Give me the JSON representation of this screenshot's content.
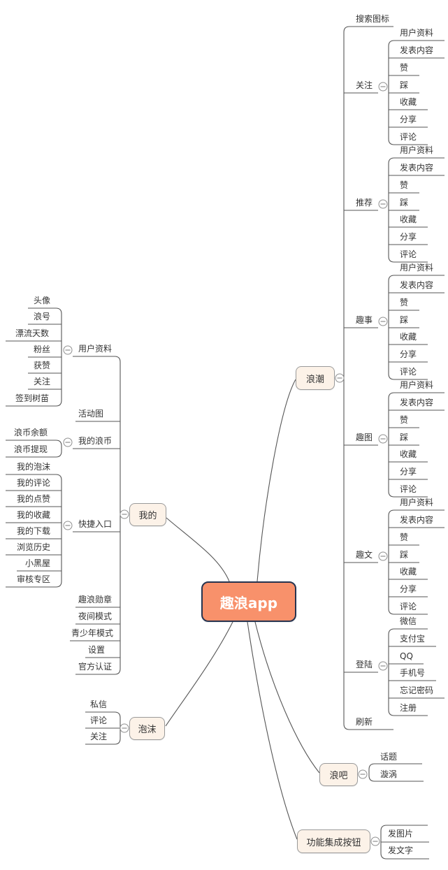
{
  "colors": {
    "center_fill": "#F8916B",
    "center_border": "#263450",
    "branch_fill": "#FCF2E8",
    "branch_border": "#9A9A9A",
    "line": "#565656",
    "text": "#333333"
  },
  "root": {
    "label": "趣浪app"
  },
  "branches": [
    {
      "label": "浪潮",
      "topics": [
        {
          "label": "搜索图标"
        },
        {
          "label": "关注",
          "children": [
            {
              "label": "用户资料"
            },
            {
              "label": "发表内容"
            },
            {
              "label": "赞"
            },
            {
              "label": "踩"
            },
            {
              "label": "收藏"
            },
            {
              "label": "分享"
            },
            {
              "label": "评论"
            }
          ]
        },
        {
          "label": "推荐",
          "children": [
            {
              "label": "用户资料"
            },
            {
              "label": "发表内容"
            },
            {
              "label": "赞"
            },
            {
              "label": "踩"
            },
            {
              "label": "收藏"
            },
            {
              "label": "分享"
            },
            {
              "label": "评论"
            }
          ]
        },
        {
          "label": "趣事",
          "children": [
            {
              "label": "用户资料"
            },
            {
              "label": "发表内容"
            },
            {
              "label": "赞"
            },
            {
              "label": "踩"
            },
            {
              "label": "收藏"
            },
            {
              "label": "分享"
            },
            {
              "label": "评论"
            }
          ]
        },
        {
          "label": "趣图",
          "children": [
            {
              "label": "用户资料"
            },
            {
              "label": "发表内容"
            },
            {
              "label": "赞"
            },
            {
              "label": "踩"
            },
            {
              "label": "收藏"
            },
            {
              "label": "分享"
            },
            {
              "label": "评论"
            }
          ]
        },
        {
          "label": "趣文",
          "children": [
            {
              "label": "用户资料"
            },
            {
              "label": "发表内容"
            },
            {
              "label": "赞"
            },
            {
              "label": "踩"
            },
            {
              "label": "收藏"
            },
            {
              "label": "分享"
            },
            {
              "label": "评论"
            }
          ]
        },
        {
          "label": "登陆",
          "children": [
            {
              "label": "微信"
            },
            {
              "label": "支付宝"
            },
            {
              "label": "QQ"
            },
            {
              "label": "手机号"
            },
            {
              "label": "忘记密码"
            },
            {
              "label": "注册"
            }
          ]
        },
        {
          "label": "刷新"
        }
      ]
    },
    {
      "label": "我的",
      "topics": [
        {
          "label": "用户资料",
          "children": [
            {
              "label": "头像"
            },
            {
              "label": "浪号"
            },
            {
              "label": "漂流天数"
            },
            {
              "label": "粉丝"
            },
            {
              "label": "获赞"
            },
            {
              "label": "关注"
            },
            {
              "label": "签到树苗"
            }
          ]
        },
        {
          "label": "活动图"
        },
        {
          "label": "我的浪币",
          "children": [
            {
              "label": "浪币余额"
            },
            {
              "label": "浪币提现"
            }
          ]
        },
        {
          "label": "快捷入口",
          "children": [
            {
              "label": "我的泡沫"
            },
            {
              "label": "我的评论"
            },
            {
              "label": "我的点赞"
            },
            {
              "label": "我的收藏"
            },
            {
              "label": "我的下载"
            },
            {
              "label": "浏览历史"
            },
            {
              "label": "小黑屋"
            },
            {
              "label": "审核专区"
            }
          ]
        },
        {
          "label": "趣浪勋章"
        },
        {
          "label": "夜间模式"
        },
        {
          "label": "青少年模式"
        },
        {
          "label": "设置"
        },
        {
          "label": "官方认证"
        }
      ]
    },
    {
      "label": "泡沫",
      "children": [
        {
          "label": "私信"
        },
        {
          "label": "评论"
        },
        {
          "label": "关注"
        }
      ]
    },
    {
      "label": "浪吧",
      "children": [
        {
          "label": "话题"
        },
        {
          "label": "漩涡"
        }
      ]
    },
    {
      "label": "功能集成按钮",
      "children": [
        {
          "label": "发图片"
        },
        {
          "label": "发文字"
        }
      ]
    }
  ]
}
